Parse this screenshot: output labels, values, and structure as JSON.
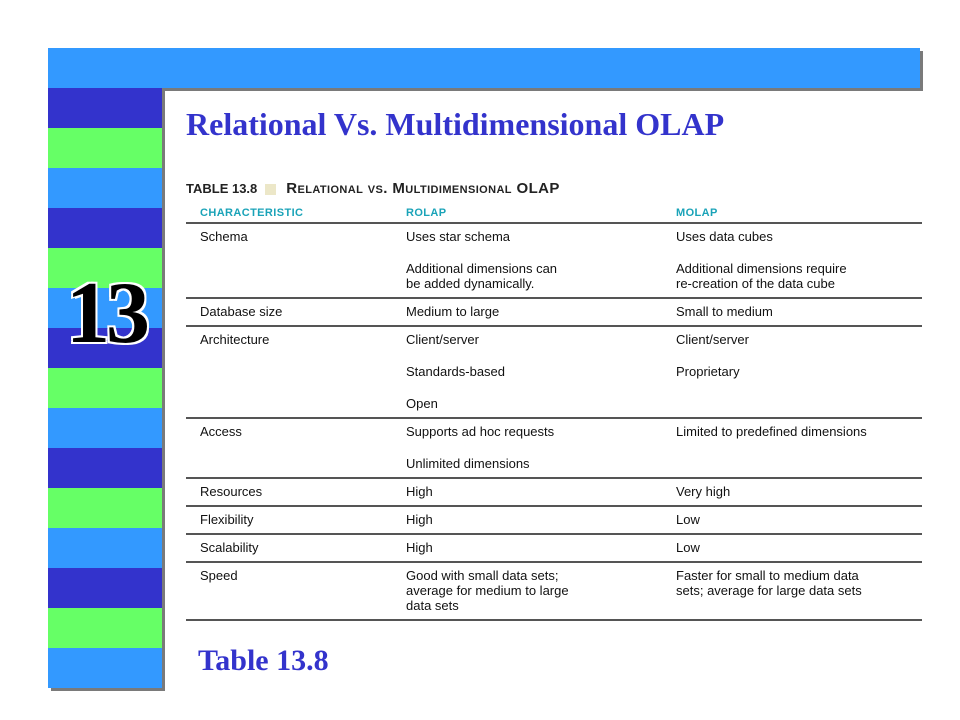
{
  "slide": {
    "chapter_number": "13",
    "title": "Relational Vs. Multidimensional OLAP",
    "caption": "Table 13.8"
  },
  "table": {
    "label": "TABLE 13.8",
    "name": "Relational vs. Multidimensional OLAP",
    "headers": [
      "CHARACTERISTIC",
      "ROLAP",
      "MOLAP"
    ],
    "rows": [
      {
        "characteristic": "Schema",
        "rolap": [
          "Uses star schema",
          "Additional dimensions can\nbe added dynamically."
        ],
        "molap": [
          "Uses data cubes",
          "Additional dimensions require\nre-creation of the data cube"
        ]
      },
      {
        "characteristic": "Database size",
        "rolap": [
          "Medium to large"
        ],
        "molap": [
          "Small to medium"
        ]
      },
      {
        "characteristic": "Architecture",
        "rolap": [
          "Client/server",
          "Standards-based",
          "Open"
        ],
        "molap": [
          "Client/server",
          "Proprietary"
        ]
      },
      {
        "characteristic": "Access",
        "rolap": [
          "Supports ad hoc requests",
          "Unlimited dimensions"
        ],
        "molap": [
          "Limited to predefined dimensions"
        ]
      },
      {
        "characteristic": "Resources",
        "rolap": [
          "High"
        ],
        "molap": [
          "Very high"
        ]
      },
      {
        "characteristic": "Flexibility",
        "rolap": [
          "High"
        ],
        "molap": [
          "Low"
        ]
      },
      {
        "characteristic": "Scalability",
        "rolap": [
          "High"
        ],
        "molap": [
          "Low"
        ]
      },
      {
        "characteristic": "Speed",
        "rolap": [
          "Good with small data sets;\naverage for medium to large\ndata sets"
        ],
        "molap": [
          "Faster for small to medium data\nsets; average for large data sets"
        ]
      }
    ]
  },
  "colors": {
    "title": "#3333cc",
    "header_text": "#1aa3b8",
    "stripe_blue": "#3333cc",
    "stripe_green": "#66ff66",
    "stripe_light": "#3399ff"
  }
}
